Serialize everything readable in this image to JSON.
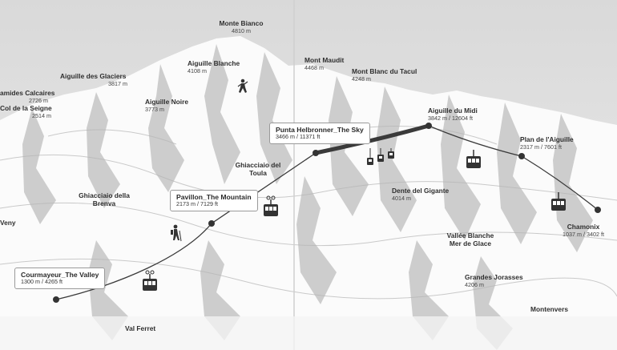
{
  "peaks": [
    {
      "id": "monte-bianco",
      "name": "Monte Bianco",
      "alt": "4810 m"
    },
    {
      "id": "aiguille-blanche",
      "name": "Aiguille Blanche",
      "alt": "4108 m"
    },
    {
      "id": "mont-maudit",
      "name": "Mont Maudit",
      "alt": "4468 m"
    },
    {
      "id": "mont-blanc-du-tacul",
      "name": "Mont Blanc du Tacul",
      "alt": "4248 m"
    },
    {
      "id": "aiguille-des-glaciers",
      "name": "Aiguille des Glaciers",
      "alt": "3817 m"
    },
    {
      "id": "pyramides-calcaires",
      "name": "amides Calcaires",
      "alt": "2726 m"
    },
    {
      "id": "col-de-la-seigne",
      "name": "Col de la Seigne",
      "alt": "2514 m"
    },
    {
      "id": "aiguille-noire",
      "name": "Aiguille Noire",
      "alt": "3773 m"
    },
    {
      "id": "aiguille-du-midi",
      "name": "Aiguille du Midi",
      "alt": "3842 m / 12604 ft"
    },
    {
      "id": "plan-de-laiguille",
      "name": "Plan de l'Aiguille",
      "alt": "2317 m / 7601 ft"
    },
    {
      "id": "chamonix",
      "name": "Chamonix",
      "alt": "1037 m / 3402 ft"
    },
    {
      "id": "dente-del-gigante",
      "name": "Dente del Gigante",
      "alt": "4014 m"
    },
    {
      "id": "grandes-jorasses",
      "name": "Grandes Jorasses",
      "alt": "4206 m"
    }
  ],
  "areas": [
    {
      "id": "ghiacciaio-del-toula",
      "lines": [
        "Ghiacciaio del",
        "Toula"
      ]
    },
    {
      "id": "ghiacciaio-della-brenva",
      "lines": [
        "Ghiacciaio della",
        "Brenva"
      ]
    },
    {
      "id": "vallee-blanche",
      "lines": [
        "Vallée Blanche",
        "Mer de Glace"
      ]
    },
    {
      "id": "val-ferret",
      "lines": [
        "Val Ferret"
      ]
    },
    {
      "id": "montenvers",
      "lines": [
        "Montenvers"
      ]
    },
    {
      "id": "veny",
      "lines": [
        "Veny"
      ]
    }
  ],
  "stations": [
    {
      "id": "punta-helbronner",
      "name": "Punta Helbronner_The Sky",
      "alt": "3466 m / 11371 ft"
    },
    {
      "id": "pavillon",
      "name": "Pavillon_The Mountain",
      "alt": "2173 m / 7129 ft"
    },
    {
      "id": "courmayeur",
      "name": "Courmayeur_The Valley",
      "alt": "1300 m / 4265 ft"
    }
  ],
  "colors": {
    "sky": "#e2e2e2",
    "snow": "#fbfbfb",
    "rock": "#9e9e9e",
    "line": "#3a3a3a",
    "box_border": "#9a9a9a"
  },
  "icons": [
    "cable-car-icon",
    "gondola-icon",
    "hiker-icon",
    "climber-icon"
  ]
}
